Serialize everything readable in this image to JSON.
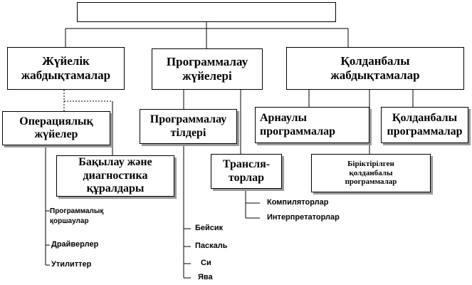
{
  "root": {
    "label": ""
  },
  "branches": {
    "system": {
      "label": "Жүйелік жабдықтамалар",
      "children": {
        "os": {
          "label": "Операциялық жүйелер"
        },
        "diagnostic": {
          "label": "Бақылау және диагностика құралдары"
        }
      },
      "leaves": [
        "Программалық қоршаулар",
        "Драйверлер",
        "Утилиттер"
      ]
    },
    "programming": {
      "label": "Программалау жүйелері",
      "children": {
        "languages": {
          "label": "Программалау тілдері"
        },
        "translators": {
          "label": "Трансля-торлар"
        }
      },
      "language_leaves": [
        "Бейсик",
        "Паскаль",
        "Си",
        "Ява"
      ],
      "translator_leaves": [
        "Компиляторлар",
        "Интерпретаторлар"
      ]
    },
    "application": {
      "label": "Қолданбалы жабдықтамалар",
      "children": {
        "special": {
          "label": "Арнаулы программалар"
        },
        "integrated": {
          "label": "Біріктірілген қолданбалы программалар"
        },
        "applied": {
          "label": "Қолданбалы программалар"
        }
      }
    }
  }
}
